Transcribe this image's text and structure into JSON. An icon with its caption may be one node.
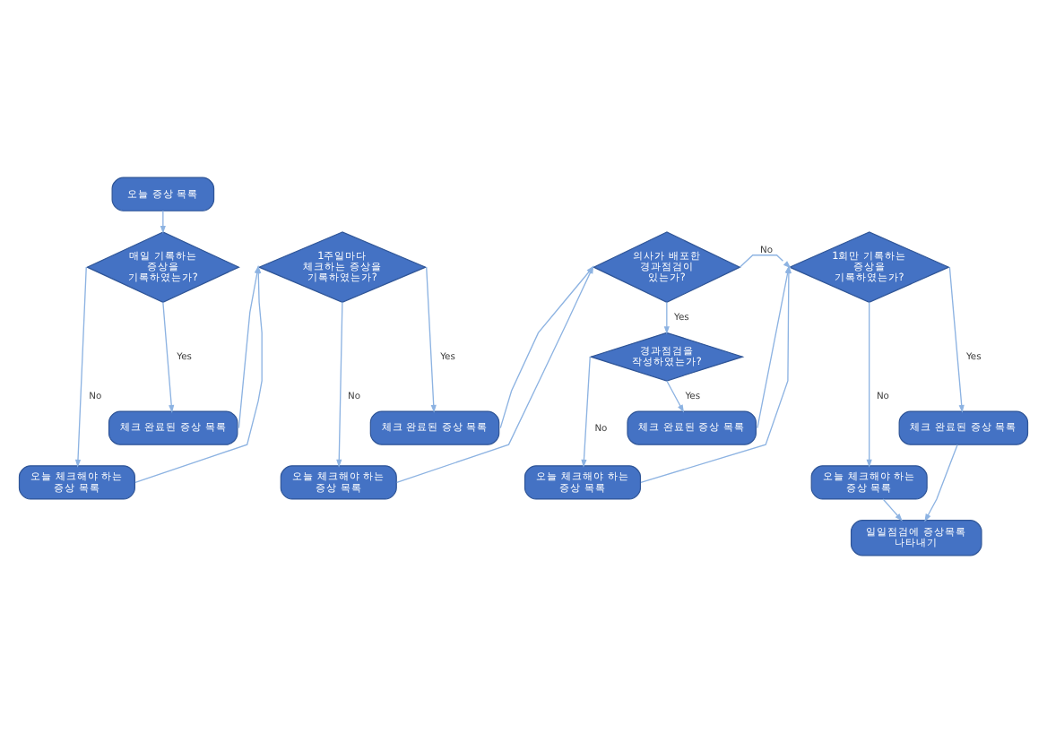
{
  "diagram": {
    "nodes": [
      {
        "text": [
          "오늘 증상 목록"
        ]
      },
      {
        "text": [
          "매일 기록하는 증상을 기록하였는가?"
        ]
      },
      {
        "text": [
          "체크 완료된 증상 목록"
        ]
      },
      {
        "text": [
          "오늘 체크해야 하는 증상 목록"
        ]
      },
      {
        "text": [
          "1주일마다 체크하는 증상을 기록하였는가?"
        ]
      },
      {
        "text": [
          "체크 완료된 증상 목록"
        ]
      },
      {
        "text": [
          "오늘 체크해야 하는 증상 목록"
        ]
      },
      {
        "text": [
          "의사가 배포한 경과점검이 있는가?"
        ]
      },
      {
        "text": [
          "경과점검을 작성하였는가?"
        ]
      },
      {
        "text": [
          "체크 완료된 증상 목록"
        ]
      },
      {
        "text": [
          "오늘 체크해야 하는 증상 목록"
        ]
      },
      {
        "text": [
          "1회만 기록하는 증상을 기록하였는가?"
        ]
      },
      {
        "text": [
          "체크 완료된 증상 목록"
        ]
      },
      {
        "text": [
          "오늘 체크해야 하는 증상 목록"
        ]
      },
      {
        "text": [
          "일일점검에 증상목록 나타내기"
        ]
      }
    ],
    "edges": [
      {
        "from": 0,
        "to": 1,
        "arrow": "to"
      },
      {
        "from": 1,
        "to": 2,
        "arrow": "to",
        "label": "Yes"
      },
      {
        "from": 1,
        "to": 3,
        "arrow": "to",
        "label": "No"
      },
      {
        "from": 2,
        "to": 4,
        "arrow": "to"
      },
      {
        "from": 3,
        "to": 4,
        "arrow": "to"
      },
      {
        "from": 4,
        "to": 5,
        "arrow": "to",
        "label": "Yes"
      },
      {
        "from": 4,
        "to": 6,
        "arrow": "to",
        "label": "No"
      },
      {
        "from": 5,
        "to": 7,
        "arrow": "to"
      },
      {
        "from": 6,
        "to": 7,
        "arrow": "to"
      },
      {
        "from": 7,
        "to": 8,
        "arrow": "to",
        "label": "Yes"
      },
      {
        "from": 7,
        "to": 11,
        "arrow": "to",
        "label": "No"
      },
      {
        "from": 8,
        "to": 9,
        "arrow": "to",
        "label": "Yes"
      },
      {
        "from": 8,
        "to": 10,
        "arrow": "to",
        "label": "No"
      },
      {
        "from": 9,
        "to": 11,
        "arrow": "to"
      },
      {
        "from": 10,
        "to": 11,
        "arrow": "to"
      },
      {
        "from": 11,
        "to": 12,
        "arrow": "to",
        "label": "Yes"
      },
      {
        "from": 11,
        "to": 13,
        "arrow": "to",
        "label": "No"
      },
      {
        "from": 12,
        "to": 14,
        "arrow": "to"
      },
      {
        "from": 13,
        "to": 14,
        "arrow": "to"
      }
    ]
  }
}
